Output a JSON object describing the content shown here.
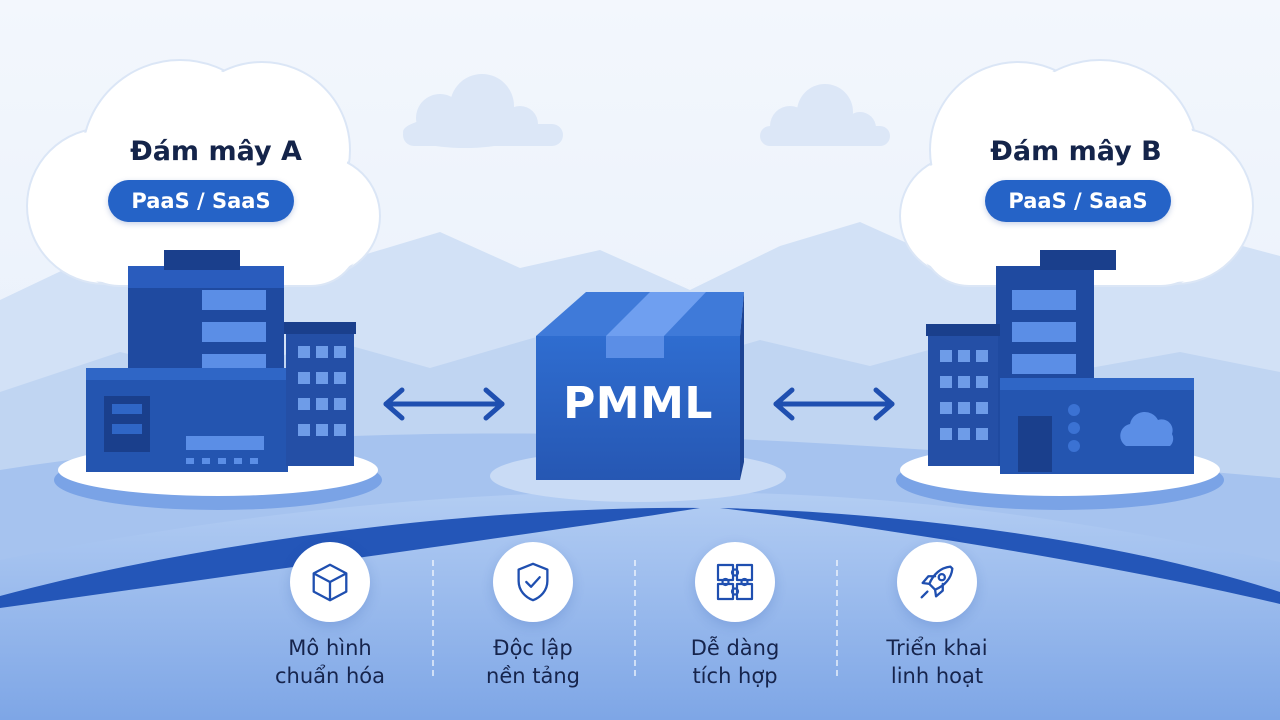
{
  "clouds": [
    {
      "title": "Đám mây A",
      "badge": "PaaS / SaaS"
    },
    {
      "title": "Đám mây B",
      "badge": "PaaS / SaaS"
    }
  ],
  "center": {
    "label": "PMML"
  },
  "features": [
    {
      "line1": "Mô hình",
      "line2": "chuẩn hóa",
      "icon": "cube-icon"
    },
    {
      "line1": "Độc lập",
      "line2": "nền tảng",
      "icon": "shield-check-icon"
    },
    {
      "line1": "Dễ dàng",
      "line2": "tích hợp",
      "icon": "puzzle-icon"
    },
    {
      "line1": "Triển khai",
      "line2": "linh hoạt",
      "icon": "rocket-icon"
    }
  ],
  "colors": {
    "primary": "#2563c7",
    "building": "#2451a3",
    "dark_text": "#14244a",
    "background": "#eef4fc"
  }
}
